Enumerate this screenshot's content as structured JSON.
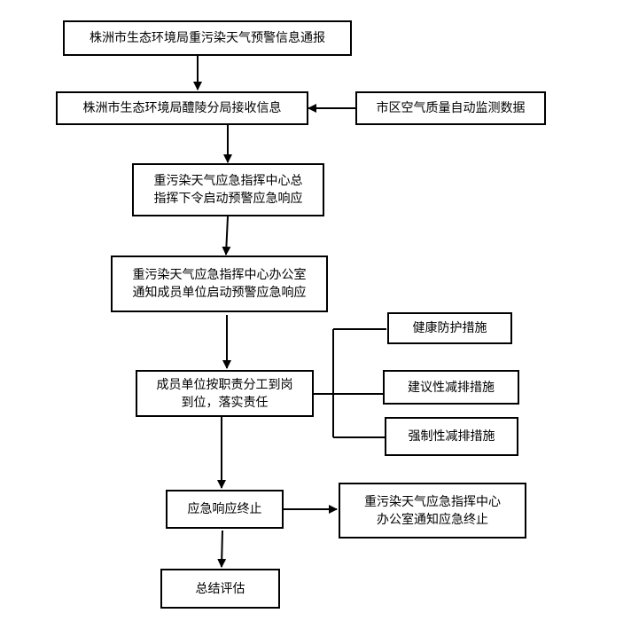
{
  "nodes": {
    "notify": {
      "lines": [
        "株洲市生态环境局重污染天气预警信息通报"
      ]
    },
    "receive": {
      "lines": [
        "株洲市生态环境局醴陵分局接收信息"
      ]
    },
    "monitor": {
      "lines": [
        "市区空气质量自动监测数据"
      ]
    },
    "command_center": {
      "lines": [
        "重污染天气应急指挥中心总",
        "指挥下令启动预警应急响应"
      ]
    },
    "office_notify": {
      "lines": [
        "重污染天气应急指挥中心办公室",
        "通知成员单位启动预警应急响应"
      ]
    },
    "members": {
      "lines": [
        "成员单位按职责分工到岗",
        "到位，落实责任"
      ]
    },
    "health": {
      "lines": [
        "健康防护措施"
      ]
    },
    "suggest": {
      "lines": [
        "建议性减排措施"
      ]
    },
    "mandatory": {
      "lines": [
        "强制性减排措施"
      ]
    },
    "terminate": {
      "lines": [
        "应急响应终止"
      ]
    },
    "office_end": {
      "lines": [
        "重污染天气应急指挥中心",
        "办公室通知应急终止"
      ]
    },
    "summary": {
      "lines": [
        "总结评估"
      ]
    }
  },
  "edges": [
    {
      "from": "notify",
      "to": "receive"
    },
    {
      "from": "monitor",
      "to": "receive"
    },
    {
      "from": "receive",
      "to": "command_center"
    },
    {
      "from": "command_center",
      "to": "office_notify"
    },
    {
      "from": "office_notify",
      "to": "members"
    },
    {
      "from": "members",
      "to": "health"
    },
    {
      "from": "members",
      "to": "suggest"
    },
    {
      "from": "members",
      "to": "mandatory"
    },
    {
      "from": "members",
      "to": "terminate"
    },
    {
      "from": "terminate",
      "to": "office_end"
    },
    {
      "from": "terminate",
      "to": "summary"
    }
  ],
  "style": {
    "line_color": "#000000",
    "box_border": "#000000",
    "background": "#ffffff"
  }
}
